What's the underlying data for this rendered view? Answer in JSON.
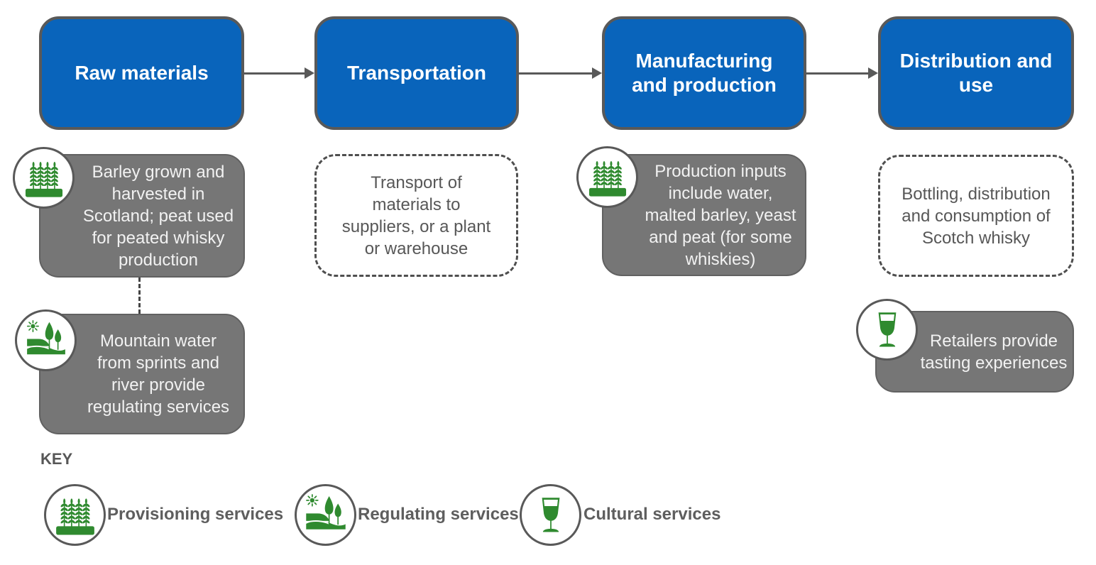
{
  "palette": {
    "stage_blue": "#0964BB",
    "card_gray": "#767676",
    "outline_gray": "#595959",
    "icon_green": "#2F8A2F"
  },
  "stages": [
    {
      "title": "Raw materials"
    },
    {
      "title": "Transportation"
    },
    {
      "title": "Manufacturing\nand production"
    },
    {
      "title": "Distribution and\nuse"
    }
  ],
  "cards": {
    "barley": {
      "style": "solid",
      "icon": "provisioning-icon",
      "text": "Barley grown and\nharvested in\nScotland; peat used\nfor peated whisky\nproduction"
    },
    "mountain_water": {
      "style": "solid",
      "icon": "regulating-icon",
      "text": "Mountain water\nfrom sprints and\nriver provide\nregulating services"
    },
    "transport": {
      "style": "dashed",
      "icon": null,
      "text": "Transport of\nmaterials to\nsuppliers, or a plant\nor warehouse"
    },
    "production_inputs": {
      "style": "solid",
      "icon": "provisioning-icon",
      "text": "Production inputs\ninclude water,\nmalted barley, yeast\nand peat (for some\nwhiskies)"
    },
    "bottling": {
      "style": "dashed",
      "icon": null,
      "text": "Bottling, distribution\nand consumption of\nScotch whisky"
    },
    "retailers": {
      "style": "solid",
      "icon": "cultural-icon",
      "text": "Retailers provide\ntasting experiences"
    }
  },
  "key": {
    "heading": "KEY",
    "items": [
      {
        "icon": "provisioning-icon",
        "label": "Provisioning services"
      },
      {
        "icon": "regulating-icon",
        "label": "Regulating services"
      },
      {
        "icon": "cultural-icon",
        "label": "Cultural services"
      }
    ]
  }
}
